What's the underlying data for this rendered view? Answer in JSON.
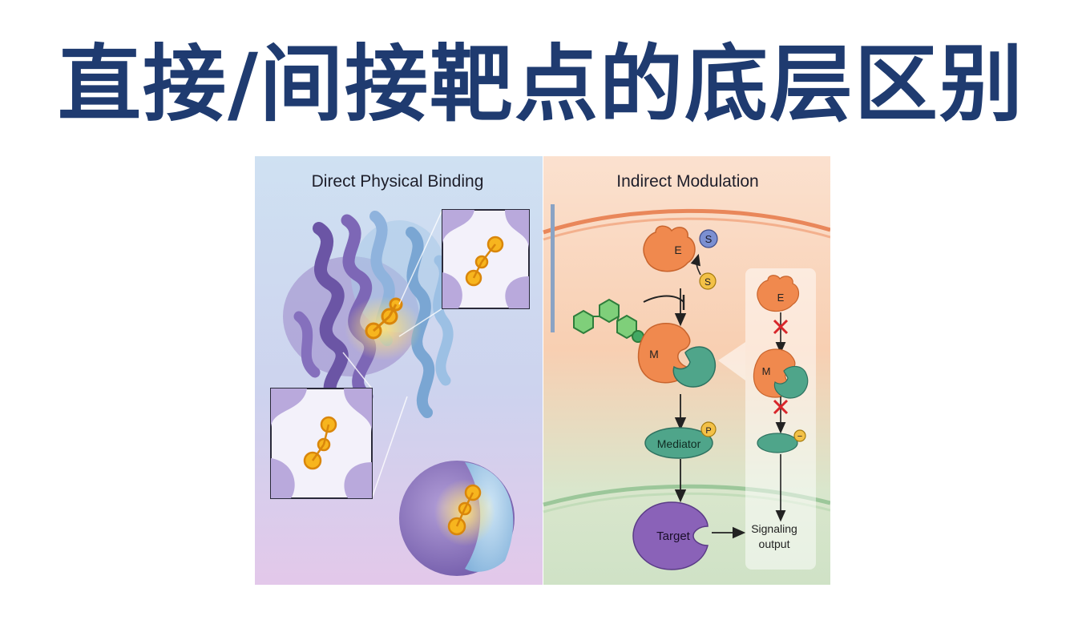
{
  "page": {
    "title": "直接/间接靶点的底层区别"
  },
  "left_panel": {
    "title": "Direct Physical Binding"
  },
  "right_panel": {
    "title": "Indirect Modulation",
    "enzyme_label": "E",
    "substrate_label": "S",
    "product_label": "S",
    "mediator_protein_label": "M",
    "mediator_label": "Mediator",
    "phospho_label": "P",
    "target_label": "Target",
    "output_label_line1": "Signaling",
    "output_label_line2": "output",
    "inset": {
      "enzyme_label": "E",
      "mediator_protein_label": "M",
      "negative_label": "−"
    }
  },
  "colors": {
    "title": "#1f3b70",
    "enzyme": "#f0894e",
    "mediator": "#4fa58a",
    "target": "#8a62b8",
    "ligand": "#f7b51e",
    "inhibition": "#d8262b"
  }
}
